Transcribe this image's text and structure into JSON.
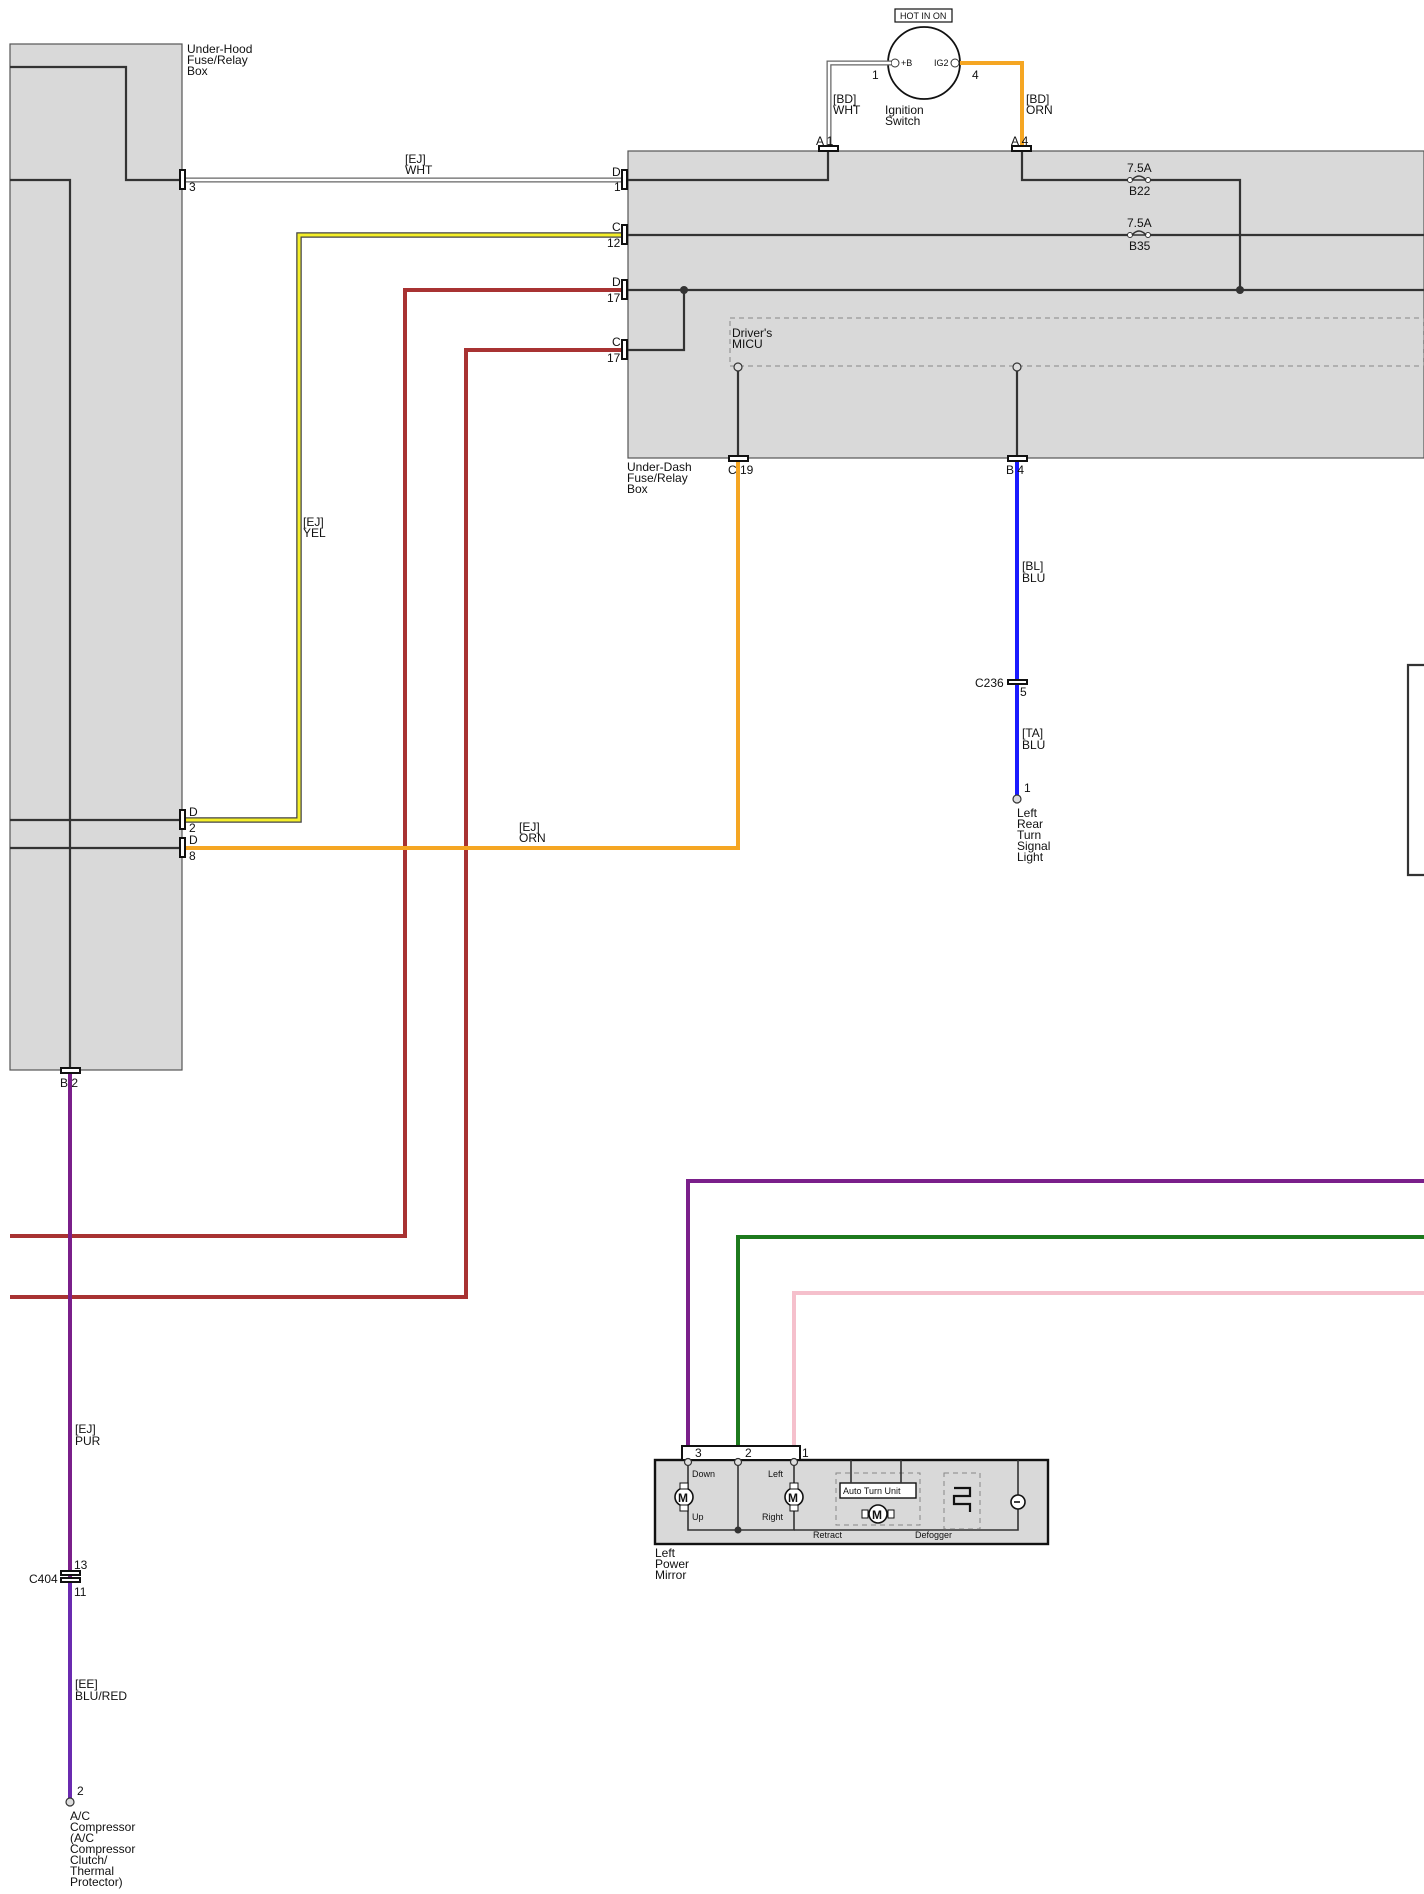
{
  "under_hood_box": {
    "label_lines": [
      "Under-Hood",
      "Fuse/Relay",
      "Box"
    ]
  },
  "under_dash_box": {
    "label_lines": [
      "Under-Dash",
      "Fuse/Relay",
      "Box"
    ]
  },
  "micu": {
    "label_lines": [
      "Driver's",
      "MICU"
    ]
  },
  "ignition_switch": {
    "header": "HOT IN ON",
    "terminal_b": "+B",
    "terminal_ig2": "IG2",
    "pin_left": "1",
    "pin_right": "4",
    "label_lines": [
      "Ignition",
      "Switch"
    ]
  },
  "fuses": [
    {
      "rating": "7.5A",
      "id": "B22"
    },
    {
      "rating": "7.5A",
      "id": "B35"
    }
  ],
  "pins": {
    "uh_3": "3",
    "uh_d2_letter": "D",
    "uh_d2_num": "2",
    "uh_d8_letter": "D",
    "uh_d8_num": "8",
    "uh_b2": "B 2",
    "ud_d1_letter": "D",
    "ud_d1_num": "1",
    "ud_c12_letter": "C",
    "ud_c12_num": "12",
    "ud_d17_letter": "D",
    "ud_d17_num": "17",
    "ud_c17_letter": "C",
    "ud_c17_num": "17",
    "ud_a1": "A 1",
    "ud_a4": "A 4",
    "ud_c19": "C 19",
    "ud_b4": "B 4",
    "c236_pin": "5",
    "lamp_pin": "1",
    "c404_top": "13",
    "c404_bot": "11",
    "comp_pin": "2",
    "mirror_3": "3",
    "mirror_2": "2",
    "mirror_1": "1"
  },
  "wires": [
    {
      "code": "[EJ]",
      "color": "WHT",
      "hex": "#ffffff"
    },
    {
      "code": "[EJ]",
      "color": "YEL",
      "hex": "#f5ef2a"
    },
    {
      "code": "[BD]",
      "color": "WHT",
      "hex": "#ffffff"
    },
    {
      "code": "[BD]",
      "color": "ORN",
      "hex": "#f5a623"
    },
    {
      "code": "[EJ]",
      "color": "ORN",
      "hex": "#f5a623"
    },
    {
      "code": "[BL]",
      "color": "BLU",
      "hex": "#1a1aff"
    },
    {
      "code": "[TA]",
      "color": "BLU",
      "hex": "#1a1aff"
    },
    {
      "code": "[EJ]",
      "color": "PUR",
      "hex": "#7a1f8a"
    },
    {
      "code": "[EE]",
      "color": "BLU/RED",
      "hex": "#6a2ab0"
    }
  ],
  "other_wire_colors": {
    "red": "#a83232",
    "purple": "#7a1f8a",
    "green": "#1d7a1d",
    "pink": "#f5c0cc"
  },
  "connectors": {
    "c236": "C236",
    "c404": "C404"
  },
  "left_rear_turn_light": {
    "label_lines": [
      "Left",
      "Rear",
      "Turn",
      "Signal",
      "Light"
    ]
  },
  "ac_compressor": {
    "label_lines": [
      "A/C",
      "Compressor",
      "(A/C",
      "Compressor",
      "Clutch/",
      "Thermal",
      "Protector)"
    ]
  },
  "left_power_mirror": {
    "label_lines": [
      "Left",
      "Power",
      "Mirror"
    ],
    "down": "Down",
    "up": "Up",
    "left": "Left",
    "right": "Right",
    "auto_turn_unit": "Auto Turn Unit",
    "retract": "Retract",
    "defogger": "Defogger",
    "motor_symbol": "M"
  }
}
